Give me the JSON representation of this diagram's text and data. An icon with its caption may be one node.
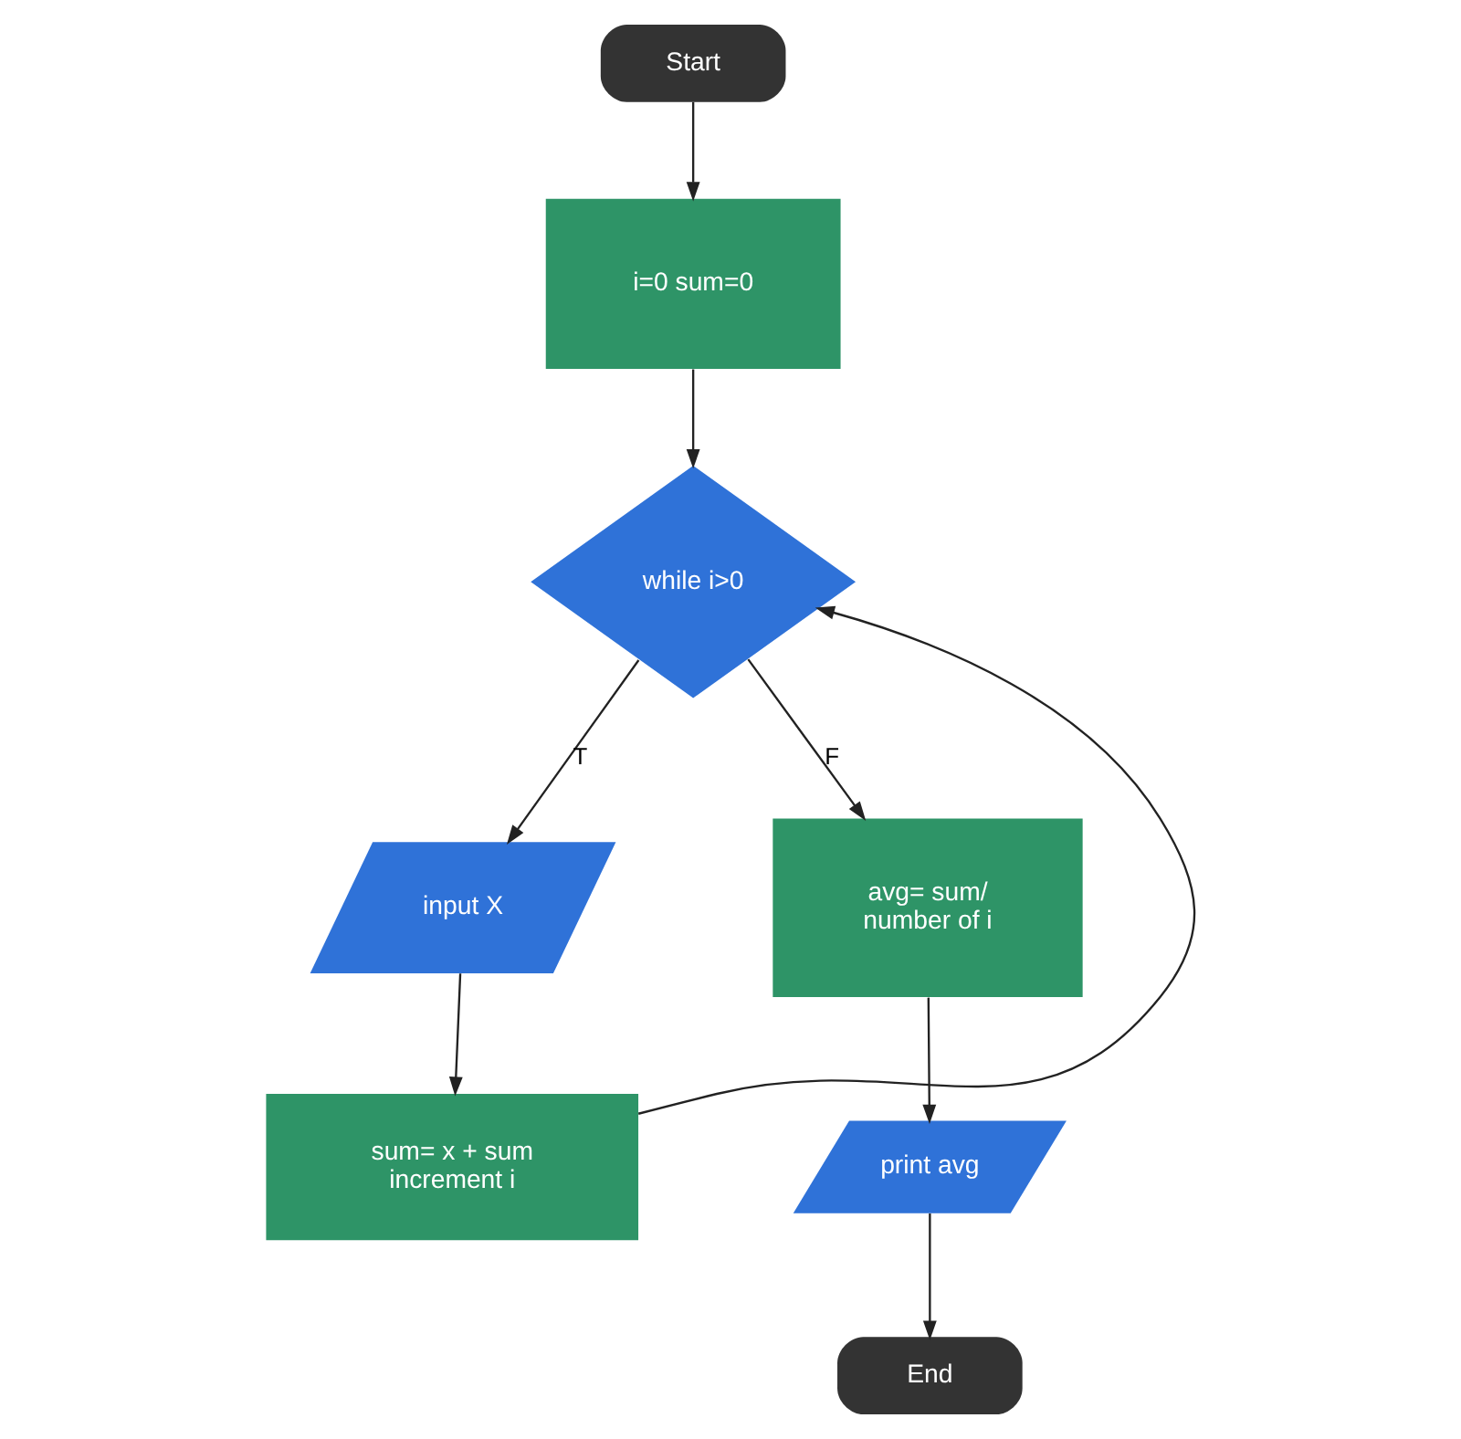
{
  "diagram": {
    "nodes": [
      {
        "text": [
          "Start"
        ]
      },
      {
        "text": [
          "i=0 sum=0"
        ]
      },
      {
        "text": [
          "while i>0"
        ]
      },
      {
        "text": [
          "input X"
        ]
      },
      {
        "text": [
          "sum= x + sum increment i"
        ]
      },
      {
        "text": [
          "avg= sum/ number of i"
        ]
      },
      {
        "text": [
          "print avg"
        ]
      },
      {
        "text": [
          "End"
        ]
      }
    ],
    "edges": [
      {
        "from": 0,
        "to": 1,
        "arrow": "to"
      },
      {
        "from": 1,
        "to": 2,
        "arrow": "to"
      },
      {
        "from": 2,
        "to": 3,
        "arrow": "to",
        "label": "T"
      },
      {
        "from": 3,
        "to": 4,
        "arrow": "to"
      },
      {
        "from": 4,
        "to": 2,
        "arrow": "to"
      },
      {
        "from": 2,
        "to": 5,
        "arrow": "to",
        "label": "F"
      },
      {
        "from": 5,
        "to": 6,
        "arrow": "to"
      },
      {
        "from": 6,
        "to": 7,
        "arrow": "to"
      }
    ]
  }
}
